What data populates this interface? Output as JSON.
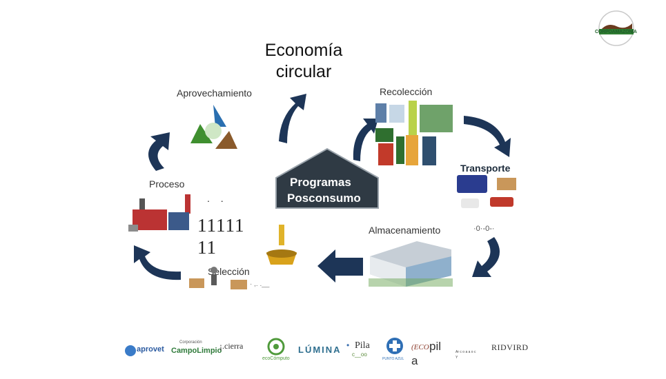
{
  "title": {
    "line1": "Economía",
    "line2": "circular"
  },
  "corner_logo_text": "CORPOAMAZONIA",
  "center_badge": {
    "line1": "Programas",
    "line2": "Posconsumo"
  },
  "stages": {
    "aprovechamiento": "Aprovechamiento",
    "recoleccion": "Recolección",
    "transporte": "Transporte",
    "almacenamiento": "Almacenamiento",
    "seleccion": "Selección",
    "proceso": "Proceso"
  },
  "artifacts": {
    "dots": ". .",
    "digits_line1": "11111",
    "digits_line2": "11",
    "storage_marks": "·0·-0-·",
    "selection_marks": "· ,. .__"
  },
  "footer": {
    "aprovet": "aprovet",
    "campolimpio_top": "Corporación",
    "campolimpio": "CampoLimpio",
    "cierra": "¡.cierra",
    "ecocomputo": "ecoCómputo",
    "lumina": "LÚMINA",
    "pila_bullet": "•",
    "pila": "Pila",
    "pila_sub": "c__oo",
    "pila_sub2": "PUNTO AZUL",
    "ecopila_prefix": "(ECO",
    "ecopila_suffix": "pil",
    "ecopila_a": "a",
    "small_marks": "Ar c o a a o c",
    "small_mark2": "Y",
    "ridvird": "RIDVIRD"
  },
  "colors": {
    "arrow": "#1d3557",
    "badge_bg": "#2f3a44",
    "recycle_blue": "#2a6fb0",
    "recycle_green": "#3f8f2f",
    "recycle_brown": "#8a5a2b"
  }
}
